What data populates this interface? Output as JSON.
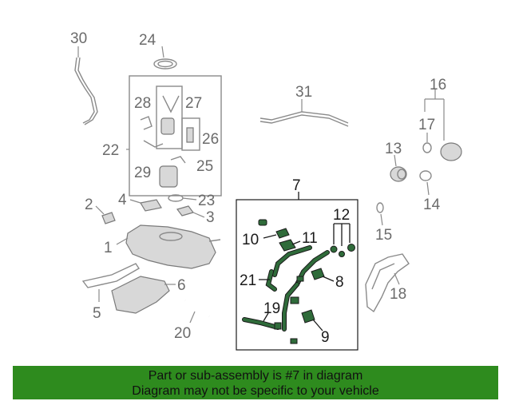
{
  "callouts": {
    "c1": "1",
    "c2": "2",
    "c3": "3",
    "c4": "4",
    "c5": "5",
    "c6": "6",
    "c7": "7",
    "c8": "8",
    "c9": "9",
    "c10": "10",
    "c11": "11",
    "c12": "12",
    "c13": "13",
    "c14": "14",
    "c15": "15",
    "c16": "16",
    "c17": "17",
    "c18": "18",
    "c19": "19",
    "c20": "20",
    "c21": "21",
    "c22": "22",
    "c23": "23",
    "c24": "24",
    "c25": "25",
    "c26": "26",
    "c27": "27",
    "c28": "28",
    "c29": "29",
    "c30": "30",
    "c31": "31"
  },
  "banner": {
    "line1": "Part or sub-assembly is #7 in diagram",
    "line2": "Diagram may not be specific to your vehicle"
  },
  "colors": {
    "highlight_green": "#2e8b1e",
    "part_green": "#2f6b3a",
    "line_gray": "#8a8a8a"
  }
}
